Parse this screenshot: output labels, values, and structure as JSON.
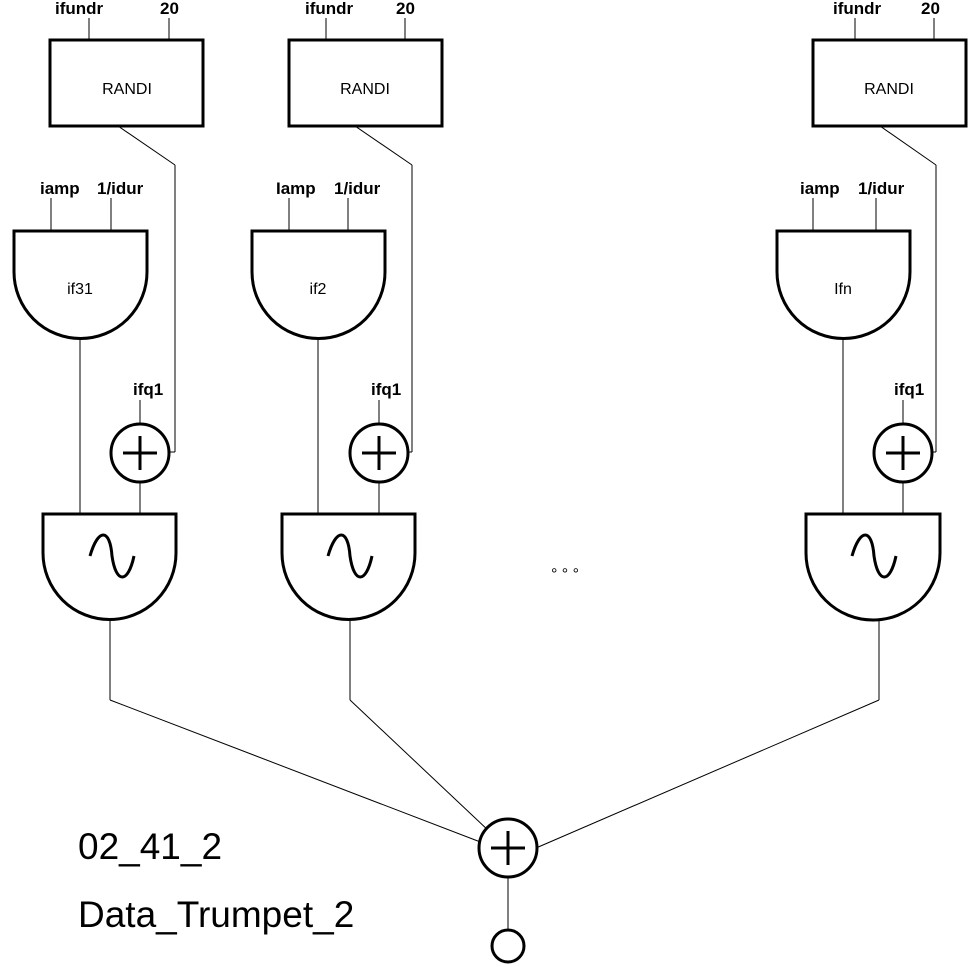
{
  "columns": [
    {
      "randi": {
        "in_left": "ifundr",
        "in_right": "20",
        "label": "RANDI"
      },
      "env": {
        "in_left": "iamp",
        "in_right": "1/idur",
        "label": "if31"
      },
      "adder_in": "ifq1"
    },
    {
      "randi": {
        "in_left": "ifundr",
        "in_right": "20",
        "label": "RANDI"
      },
      "env": {
        "in_left": "Iamp",
        "in_right": "1/idur",
        "label": "if2"
      },
      "adder_in": "ifq1"
    },
    {
      "randi": {
        "in_left": "ifundr",
        "in_right": "20",
        "label": "RANDI"
      },
      "env": {
        "in_left": "iamp",
        "in_right": "1/idur",
        "label": "Ifn"
      },
      "adder_in": "ifq1"
    }
  ],
  "ellipsis": "° ° °",
  "caption": {
    "code": "02_41_2",
    "name": "Data_Trumpet_2"
  },
  "icons": {
    "adder": "plus-circle-icon",
    "oscillator": "sine-wave-icon",
    "envelope": "envelope-unit-icon",
    "output": "output-circle-icon"
  }
}
